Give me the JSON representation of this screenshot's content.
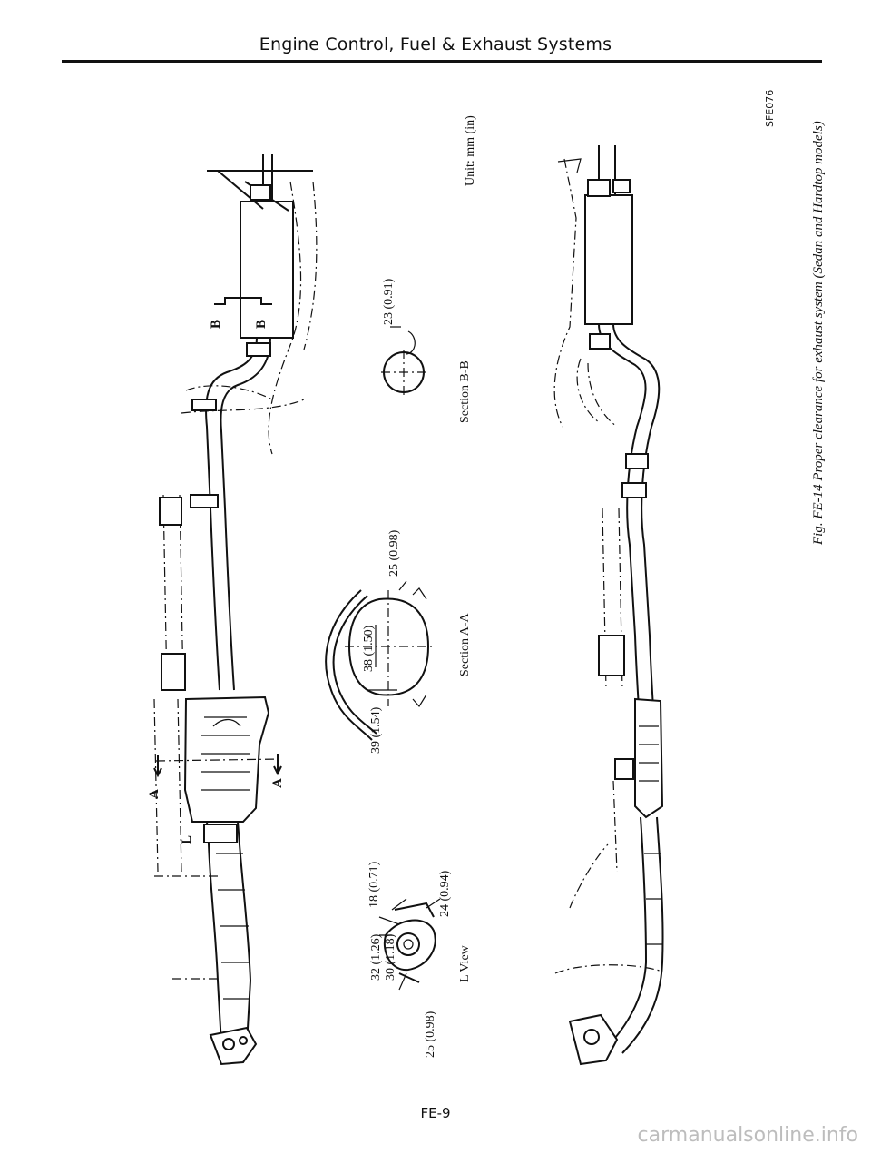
{
  "header": {
    "title": "Engine Control, Fuel & Exhaust Systems"
  },
  "diagram": {
    "section_marks": {
      "a": "A",
      "b": "B",
      "l": "L"
    },
    "section_bb": {
      "title": "Section B-B",
      "dim": "23 (0.91)"
    },
    "section_aa": {
      "title": "Section A-A",
      "dims": [
        "38 (1.50)",
        "39 (1.54)",
        "25 (0.98)"
      ]
    },
    "l_view": {
      "title": "L View",
      "dims": [
        "32 (1.26)",
        "30 (1.18)",
        "25 (0.98)",
        "18 (0.71)",
        "24 (0.94)"
      ]
    },
    "unit": "Unit: mm (in)",
    "code": "SFE076",
    "caption": "Fig. FE-14 Proper clearance for exhaust system (Sedan and Hardtop models)"
  },
  "footer": {
    "page": "FE-9"
  },
  "watermark": "carmanualsonline.info"
}
